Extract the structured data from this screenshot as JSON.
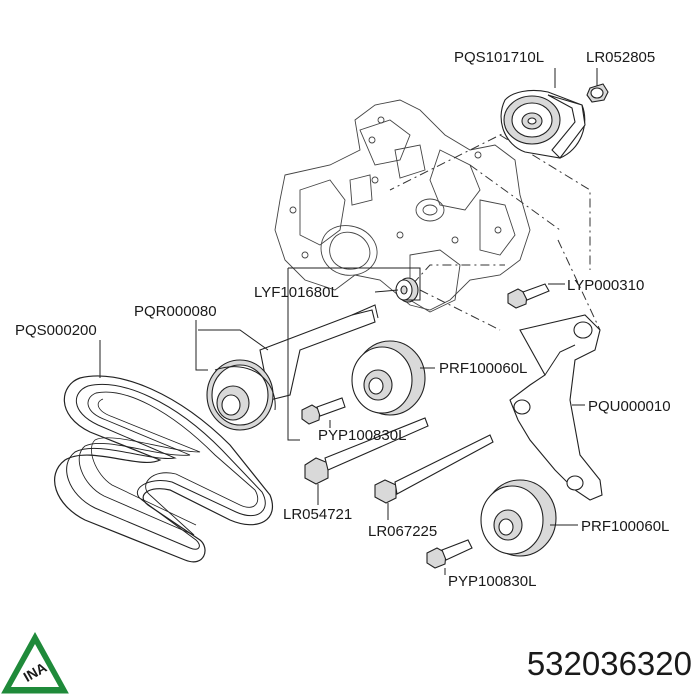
{
  "labels": {
    "pqs101710l": "PQS101710L",
    "lr052805": "LR052805",
    "lyp000310": "LYP000310",
    "lyf101680l": "LYF101680L",
    "pqr000080": "PQR000080",
    "pqs000200": "PQS000200",
    "prf100060l_a": "PRF100060L",
    "pqu000010": "PQU000010",
    "pyp100830l_a": "PYP100830L",
    "lr054721": "LR054721",
    "lr067225": "LR067225",
    "prf100060l_b": "PRF100060L",
    "pyp100830l_b": "PYP100830L"
  },
  "footer": {
    "logo_text": "INA",
    "part_number": "532036320",
    "logo_color": "#1f8a3a"
  }
}
